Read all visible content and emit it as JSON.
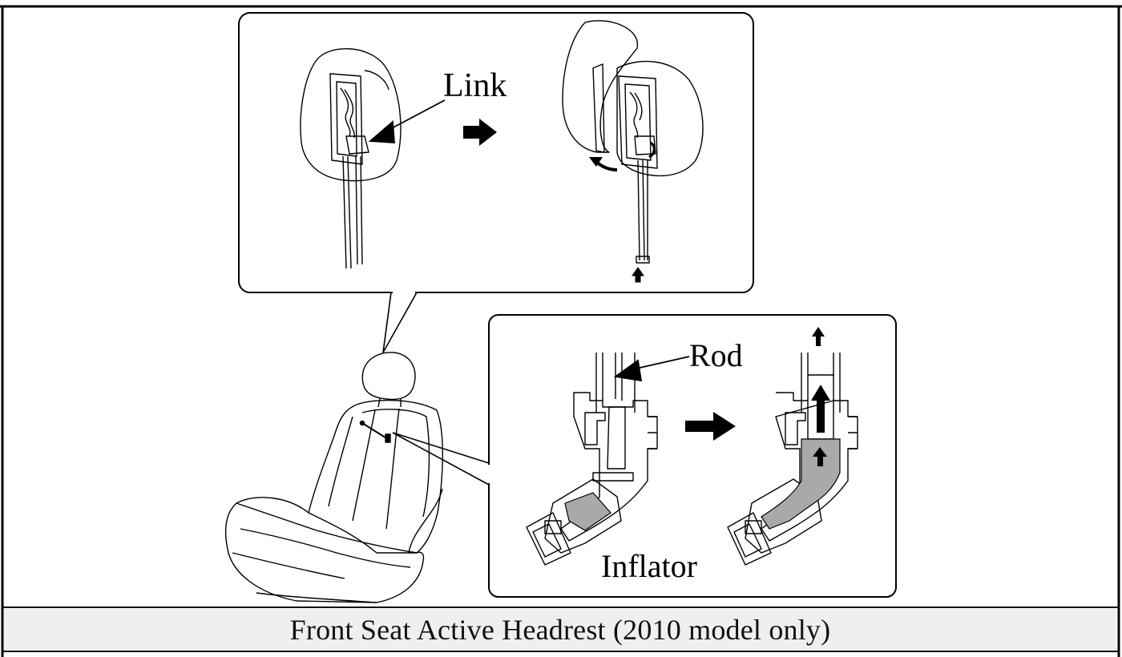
{
  "labels": {
    "link": "Link",
    "rod": "Rod",
    "inflator": "Inflator"
  },
  "caption": "Front Seat Active Headrest (2010 model only)",
  "colors": {
    "line": "#000000",
    "shaded_part": "#a9a9a9",
    "caption_background": "#efefef"
  }
}
